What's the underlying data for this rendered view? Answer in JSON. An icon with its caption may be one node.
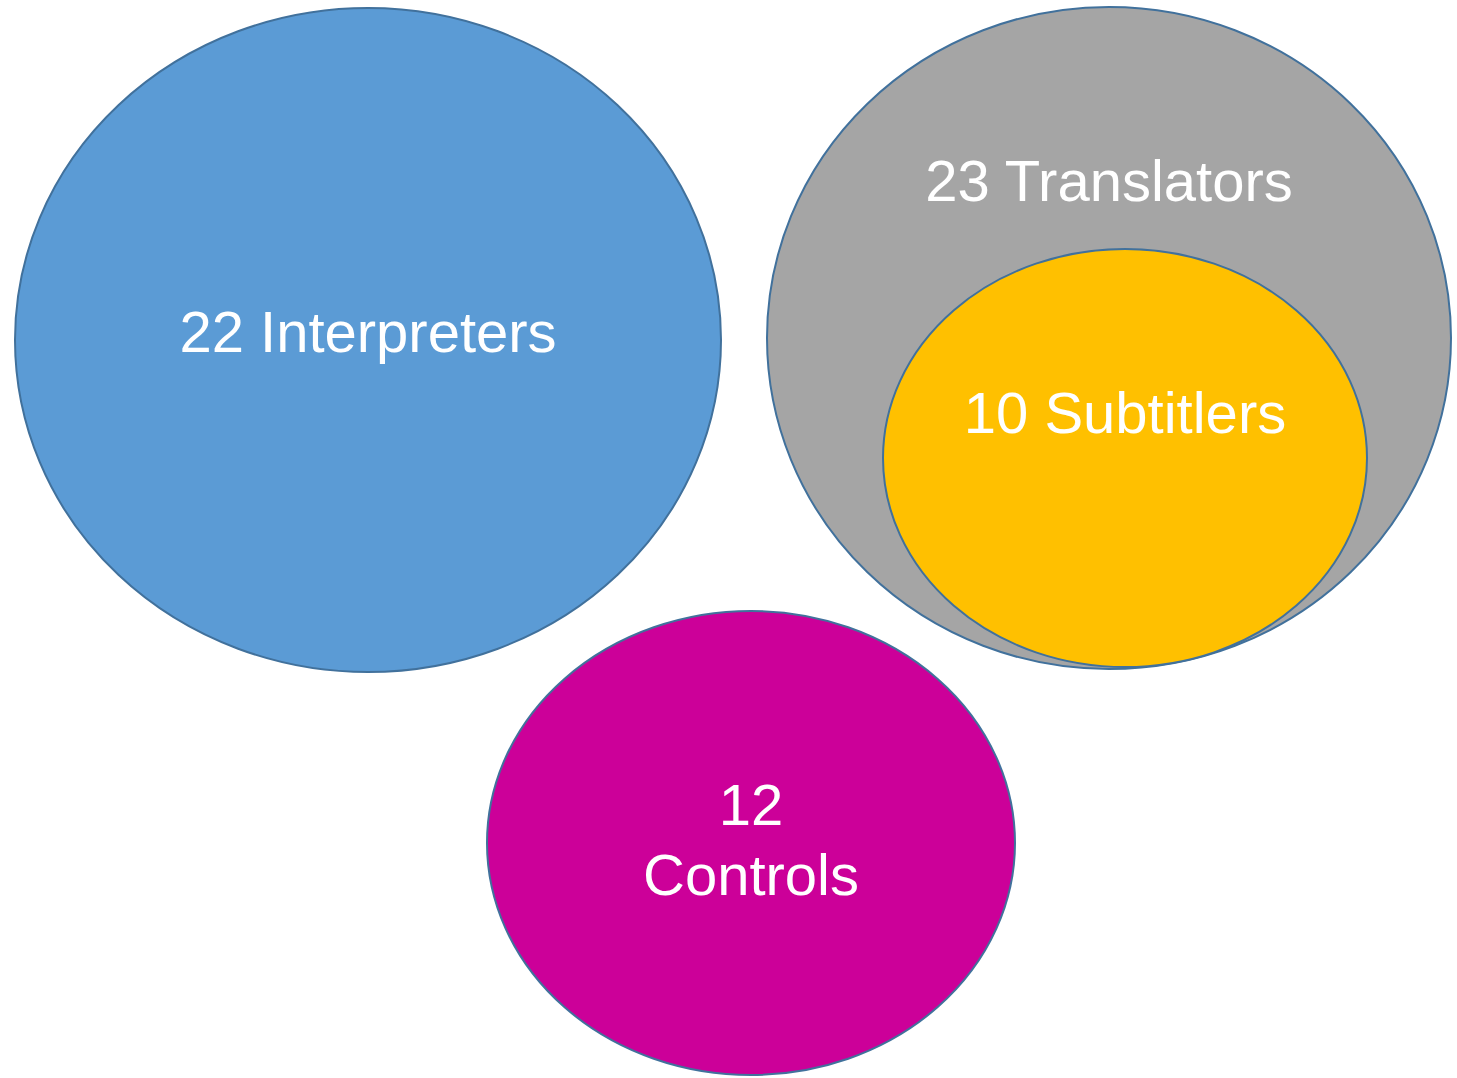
{
  "diagram": {
    "nodes": [
      {
        "text": [
          "22 Interpreters"
        ]
      },
      {
        "text": [
          "23 Translators"
        ]
      },
      {
        "text": [
          "10 Subtitlers"
        ],
        "in": 1
      },
      {
        "text": [
          "12 Controls"
        ]
      }
    ]
  }
}
